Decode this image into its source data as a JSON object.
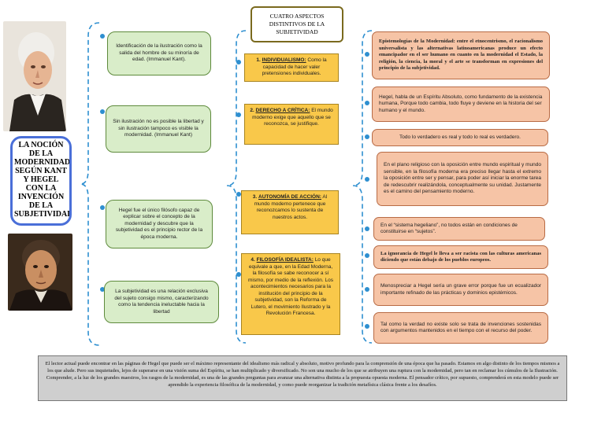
{
  "title": "LA NOCIÓN DE LA MODERNIDAD SEGÚN KANT Y HEGEL CON LA INVENCIÓN DE LA SUBJETIVIDAD",
  "center_header": "CUATRO ASPECTOS DISTINTIVOS DE LA SUBJETIVIDAD",
  "left_items": [
    "Identificación de la ilustración como la salida del hombre de su minoría de edad. (Immanuel Kant).",
    "Sin ilustración no es posible la libertad y sin ilustración tampoco es visible la modernidad. (Immanuel Kant)",
    "Hegel fue el único filósofo capaz de explicar sobre el concepto de la modernidad y descubre que la subjetividad es el principio rector de la época moderna.",
    "La subjetividad es una relación exclusiva del sujeto consigo mismo, caracterizando como la tendencia ineluctable hacia la libertad"
  ],
  "aspects": [
    {
      "num": "1.",
      "title": "INDIVIDUALISMO:",
      "text": "Como la capacidad de hacer valer pretensiones individuales."
    },
    {
      "num": "2.",
      "title": "DERECHO A CRÍTICA:",
      "text": "El mundo moderno exige que aquello que se reconozca, se justifique."
    },
    {
      "num": "3.",
      "title": "AUTONOMÍA DE ACCIÓN:",
      "text": "Al mundo moderno pertenece que reconozcamos lo sustenta de nuestros actos."
    },
    {
      "num": "4.",
      "title": "FILOSOFÍA IDEALISTA:",
      "text": "Lo que equivale a que, en la Edad Moderna, la filosofía se sabe reconocer a sí mismo, por medio de la reflexión. Los acontecimientos necesarios para la institución del principio de la subjetividad, son la Reforma de Lutero, el movimiento Ilustrado y la Revolución Francesa."
    }
  ],
  "right_items": [
    "Epistemologías de la Modernidad: entre el etnocentrismo, el racionalismo universalista y las alternativas latinoamericanas produce un efecto emancipador en el ser humano en cuanto en la modernidad el Estado, la religión, la ciencia, la moral y el arte se transforman en expresiones del principio de la subjetividad.",
    "Hegel, habla de un Espíritu Absoluto, como fundamento de la existencia humana, Porque todo cambia, todo fluye y deviene en la historia del ser humano y el mundo.",
    "Todo lo verdadero es real y todo lo real es verdadero.",
    "En el plano religioso con la oposición entre mundo espiritual y mundo sensible, en la filosofía moderna era preciso llegar hasta el extremo la oposición entre ser y pensar, para poder así iniciar la enorme tarea de redescubrir realizándola, conceptualmente su unidad. Justamente es el camino del pensamiento moderno.",
    "En el “sistema hegeliano”, no todos están en condiciones de constituirse en “sujetos”.",
    "La ignorancia de Hegel le lleva a ser racista con las culturas americanas diciendo que están debajo de los pueblos europeos.",
    "Menospreciar a Hegel sería un grave error porque fue un ecualizador importante refinado de las prácticas y dominios epistémicos.",
    "Tal como la verdad no existe solo se trata de invenciones sostenidas con argumentos mantenidos en el tiempo con el recurso del poder."
  ],
  "bottom_text": "El lector actual puede encontrar en las páginas de Hegel que puede ser el máximo representante del idealismo más radical y absoluto, motivo profundo para la comprensión de una época que ha pasado. Estamos en algo distinto de los tiempos mismos a los que alude. Pero sus inquietudes, lejos de superarse en una visión suma del Espíritu, se han multiplicado y diversificado. No son una mucho de los que se atribuyen una ruptura con la modernidad, pero tan en reclamar los cúmulos de la Ilustración. Comprender, a la luz de los grandes maestros, los rasgos de la modernidad, es una de las grandes preguntas para avanzar una alternativa distinta a la propuesta opuesta moderna. El pensador crítico, por supuesto, comprenderá en esta modelo puede ser aprendido la experiencia filosófica de la modernidad, y como puede reorganizar la tradición metafísica clásica frente a los desafíos.",
  "colors": {
    "brace": "#2e8fd0",
    "title_border": "#4a6fd8",
    "green_fill": "#d9edc9",
    "yellow_fill": "#f9c84a",
    "orange_fill": "#f6c4a6",
    "bottom_fill": "#cfcfcf"
  }
}
